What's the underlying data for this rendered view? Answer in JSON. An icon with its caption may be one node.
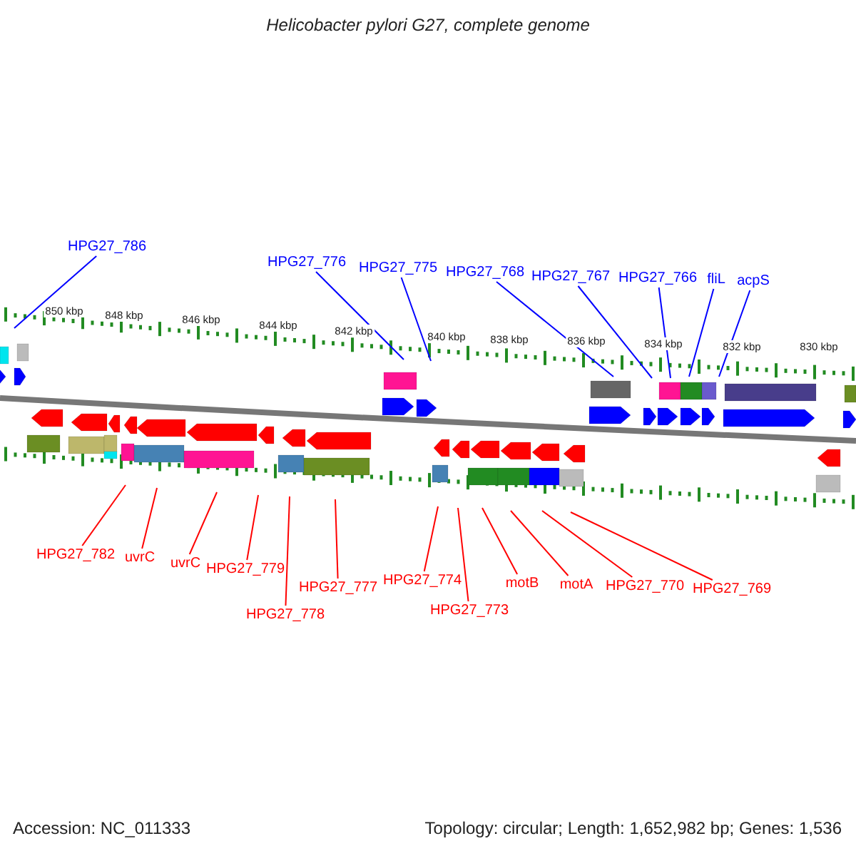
{
  "diagram": {
    "title": "Helicobacter pylori G27, complete genome",
    "nodes": [
      {
        "text": [
          "HPG27_786"
        ]
      },
      {
        "text": [
          "HPG27_776"
        ]
      },
      {
        "text": [
          "HPG27_775"
        ]
      },
      {
        "text": [
          "HPG27_768"
        ]
      },
      {
        "text": [
          "HPG27_767"
        ]
      },
      {
        "text": [
          "HPG27_766"
        ]
      },
      {
        "text": [
          "fliL"
        ]
      },
      {
        "text": [
          "acpS"
        ]
      },
      {
        "text": [
          "HPG27_782"
        ]
      },
      {
        "text": [
          "uvrC"
        ]
      },
      {
        "text": [
          "uvrC"
        ]
      },
      {
        "text": [
          "HPG27_779"
        ]
      },
      {
        "text": [
          "HPG27_778"
        ]
      },
      {
        "text": [
          "HPG27_777"
        ]
      },
      {
        "text": [
          "HPG27_774"
        ]
      },
      {
        "text": [
          "HPG27_773"
        ]
      },
      {
        "text": [
          "motB"
        ]
      },
      {
        "text": [
          "motA"
        ]
      },
      {
        "text": [
          "HPG27_770"
        ]
      },
      {
        "text": [
          "HPG27_769"
        ]
      }
    ],
    "edges": [
      {
        "from": 0,
        "to": null,
        "arrow": "none",
        "color": "#0000ff"
      },
      {
        "from": 1,
        "to": null,
        "arrow": "none",
        "color": "#0000ff"
      },
      {
        "from": 2,
        "to": null,
        "arrow": "none",
        "color": "#0000ff"
      },
      {
        "from": 3,
        "to": null,
        "arrow": "none",
        "color": "#0000ff"
      },
      {
        "from": 4,
        "to": null,
        "arrow": "none",
        "color": "#0000ff"
      },
      {
        "from": 5,
        "to": null,
        "arrow": "none",
        "color": "#0000ff"
      },
      {
        "from": 6,
        "to": null,
        "arrow": "none",
        "color": "#0000ff"
      },
      {
        "from": 7,
        "to": null,
        "arrow": "none",
        "color": "#0000ff"
      },
      {
        "from": 8,
        "to": null,
        "arrow": "none"
      },
      {
        "from": 9,
        "to": null,
        "arrow": "none"
      },
      {
        "from": 10,
        "to": null,
        "arrow": "none"
      },
      {
        "from": 11,
        "to": null,
        "arrow": "none"
      },
      {
        "from": 12,
        "to": null,
        "arrow": "none"
      },
      {
        "from": 13,
        "to": null,
        "arrow": "none"
      },
      {
        "from": 14,
        "to": null,
        "arrow": "none"
      },
      {
        "from": 15,
        "to": null,
        "arrow": "none"
      },
      {
        "from": 16,
        "to": null,
        "arrow": "none"
      },
      {
        "from": 17,
        "to": null,
        "arrow": "none"
      },
      {
        "from": 18,
        "to": null,
        "arrow": "none"
      },
      {
        "from": 19,
        "to": null,
        "arrow": "none"
      }
    ],
    "labels": [
      "850 kbp",
      "848 kbp",
      "846 kbp",
      "844 kbp",
      "842 kbp",
      "840 kbp",
      "838 kbp",
      "836 kbp",
      "834 kbp",
      "832 kbp",
      "830 kbp",
      "Accession: NC_011333",
      "Topology: circular; Length: 1,652,982 bp; Genes: 1,536"
    ]
  }
}
